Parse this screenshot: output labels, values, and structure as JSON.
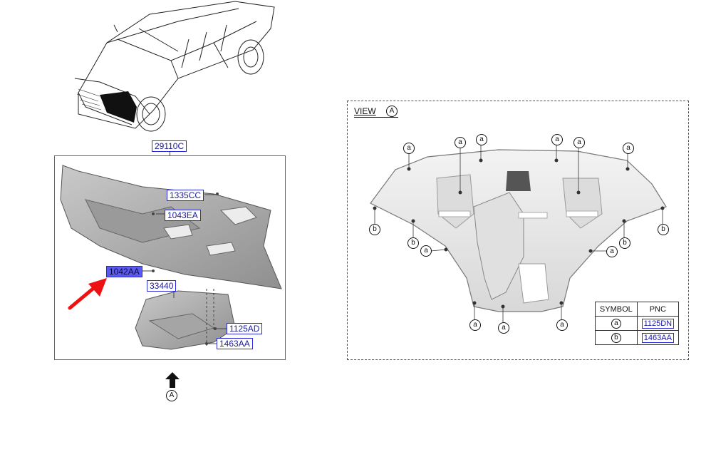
{
  "parts": {
    "main_assembly": "29110C",
    "bolt_1335": "1335CC",
    "bolt_1043": "1043EA",
    "clip_1042": "1042AA",
    "cover_33440": "33440",
    "screw_1125": "1125AD",
    "clip_1463": "1463AA"
  },
  "view_marker": {
    "letter": "A"
  },
  "view": {
    "title": "VIEW",
    "letter": "A",
    "callout_a": "a",
    "callout_b": "b"
  },
  "symbol_table": {
    "headers": [
      "SYMBOL",
      "PNC"
    ],
    "rows": [
      {
        "symbol": "a",
        "pnc": "1125DN"
      },
      {
        "symbol": "b",
        "pnc": "1463AA"
      }
    ]
  },
  "colors": {
    "label_border": "#2b2bd6",
    "highlight": "#5a5af0",
    "arrow": "#e11"
  }
}
